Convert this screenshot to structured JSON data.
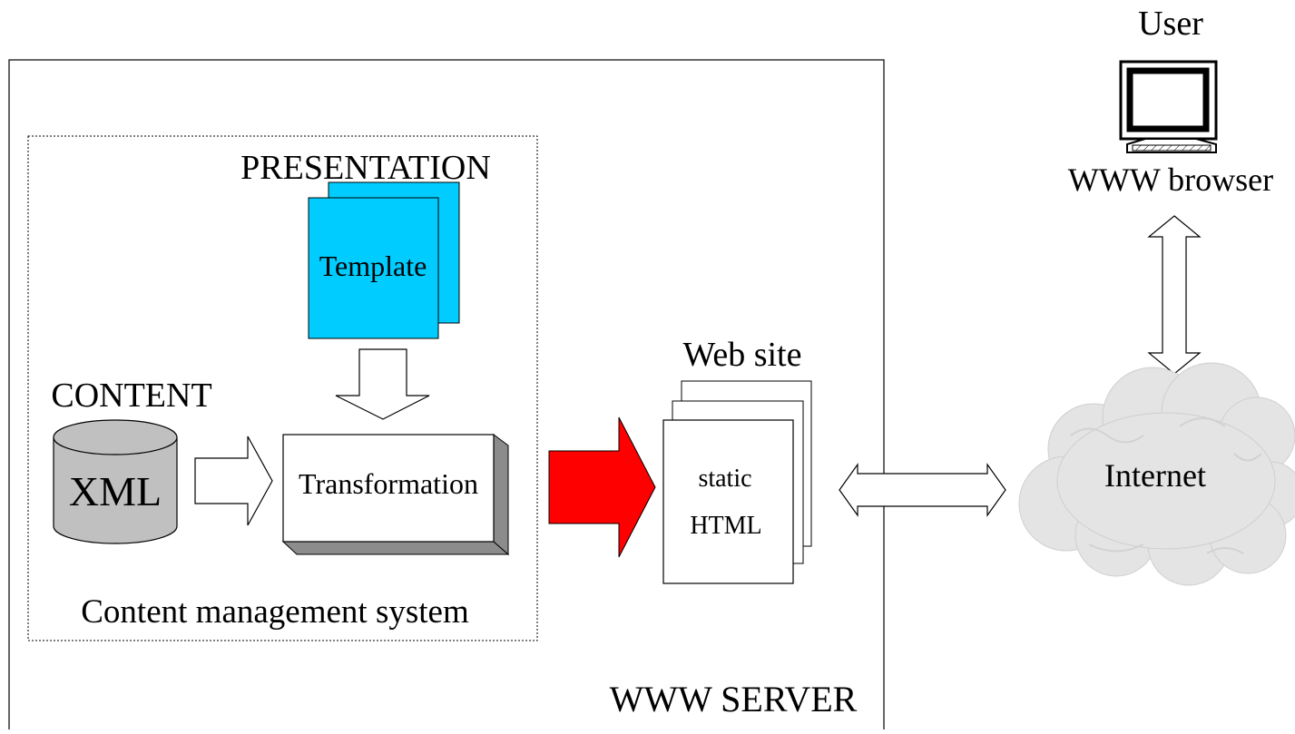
{
  "labels": {
    "user": "User",
    "browser": "WWW browser",
    "presentation": "PRESENTATION",
    "template": "Template",
    "content": "CONTENT",
    "xml": "XML",
    "transformation": "Transformation",
    "web_site": "Web site",
    "static": "static",
    "html": "HTML",
    "internet": "Internet",
    "cms": "Content management system",
    "server": "WWW SERVER"
  },
  "colors": {
    "template_fill": "#00ccff",
    "xml_fill": "#c0c0c0",
    "publish_arrow": "#ff0000",
    "cloud_fill": "#e4e4e4",
    "shadow": "#8c8c8c"
  },
  "icons": {
    "computer": "computer-icon",
    "cloud": "cloud-icon",
    "database": "database-icon"
  }
}
